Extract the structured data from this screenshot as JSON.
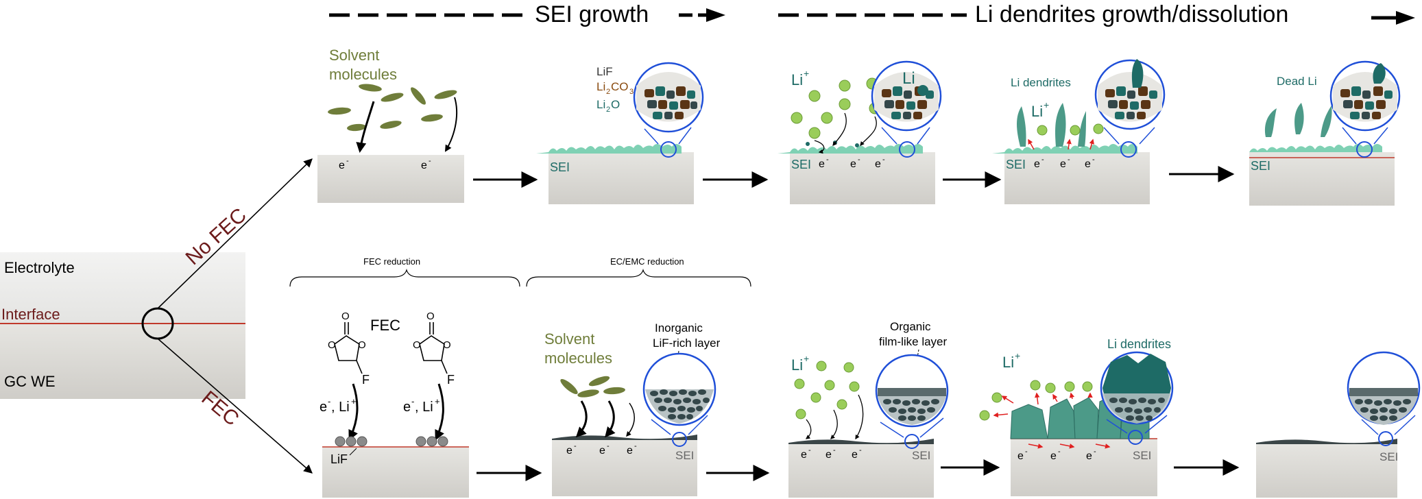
{
  "header": {
    "sei_growth": "SEI growth",
    "li_dendrites": "Li dendrites growth/dissolution"
  },
  "origin": {
    "electrolyte": "Electrolyte",
    "interface": "Interface",
    "electrode": "GC WE"
  },
  "branches": {
    "no_fec": "No FEC",
    "fec": "FEC"
  },
  "top_row": {
    "solvent_molecules_line1": "Solvent",
    "solvent_molecules_line2": "molecules",
    "electron": "e",
    "electron_sup": "-",
    "sei": "SEI",
    "lif": "LiF",
    "li2co3_a": "Li",
    "li2co3_sub": "2",
    "li2co3_b": "CO",
    "li2co3_sub2": "3",
    "li2o_a": "Li",
    "li2o_sub": "2",
    "li2o_b": "O",
    "li_ion": "Li",
    "li_ion_sup": "+",
    "li": "Li",
    "li_dendrites": "Li dendrites",
    "dead_li": "Dead Li"
  },
  "bottom_row": {
    "fec_reduction": "FEC reduction",
    "ec_emc_reduction": "EC/EMC reduction",
    "fec": "FEC",
    "e_li": "e",
    "e_li_sup": "-",
    "e_li_rest": ", Li",
    "e_li_sup2": "+",
    "o_atom": "O",
    "f_atom": "F",
    "lif": "LiF",
    "solvent_molecules_line1": "Solvent",
    "solvent_molecules_line2": "molecules",
    "inorganic_line1": "Inorganic",
    "inorganic_line2": "LiF-rich layer",
    "organic_line1": "Organic",
    "organic_line2": "film-like layer",
    "li_dendrites": "Li dendrites",
    "sei": "SEI"
  },
  "colors": {
    "no_fec_label": "#6b1a1a",
    "fec_label": "#6b1a1a",
    "interface_line": "#c0392b",
    "sei_green": "#7fd1b4",
    "solvent_olive": "#6f7d3a",
    "li_teal": "#1e6b66",
    "li_ion_green": "#9acd5a",
    "magnifier_blue": "#1f4fd8",
    "substrate": "#d6d4cf"
  }
}
